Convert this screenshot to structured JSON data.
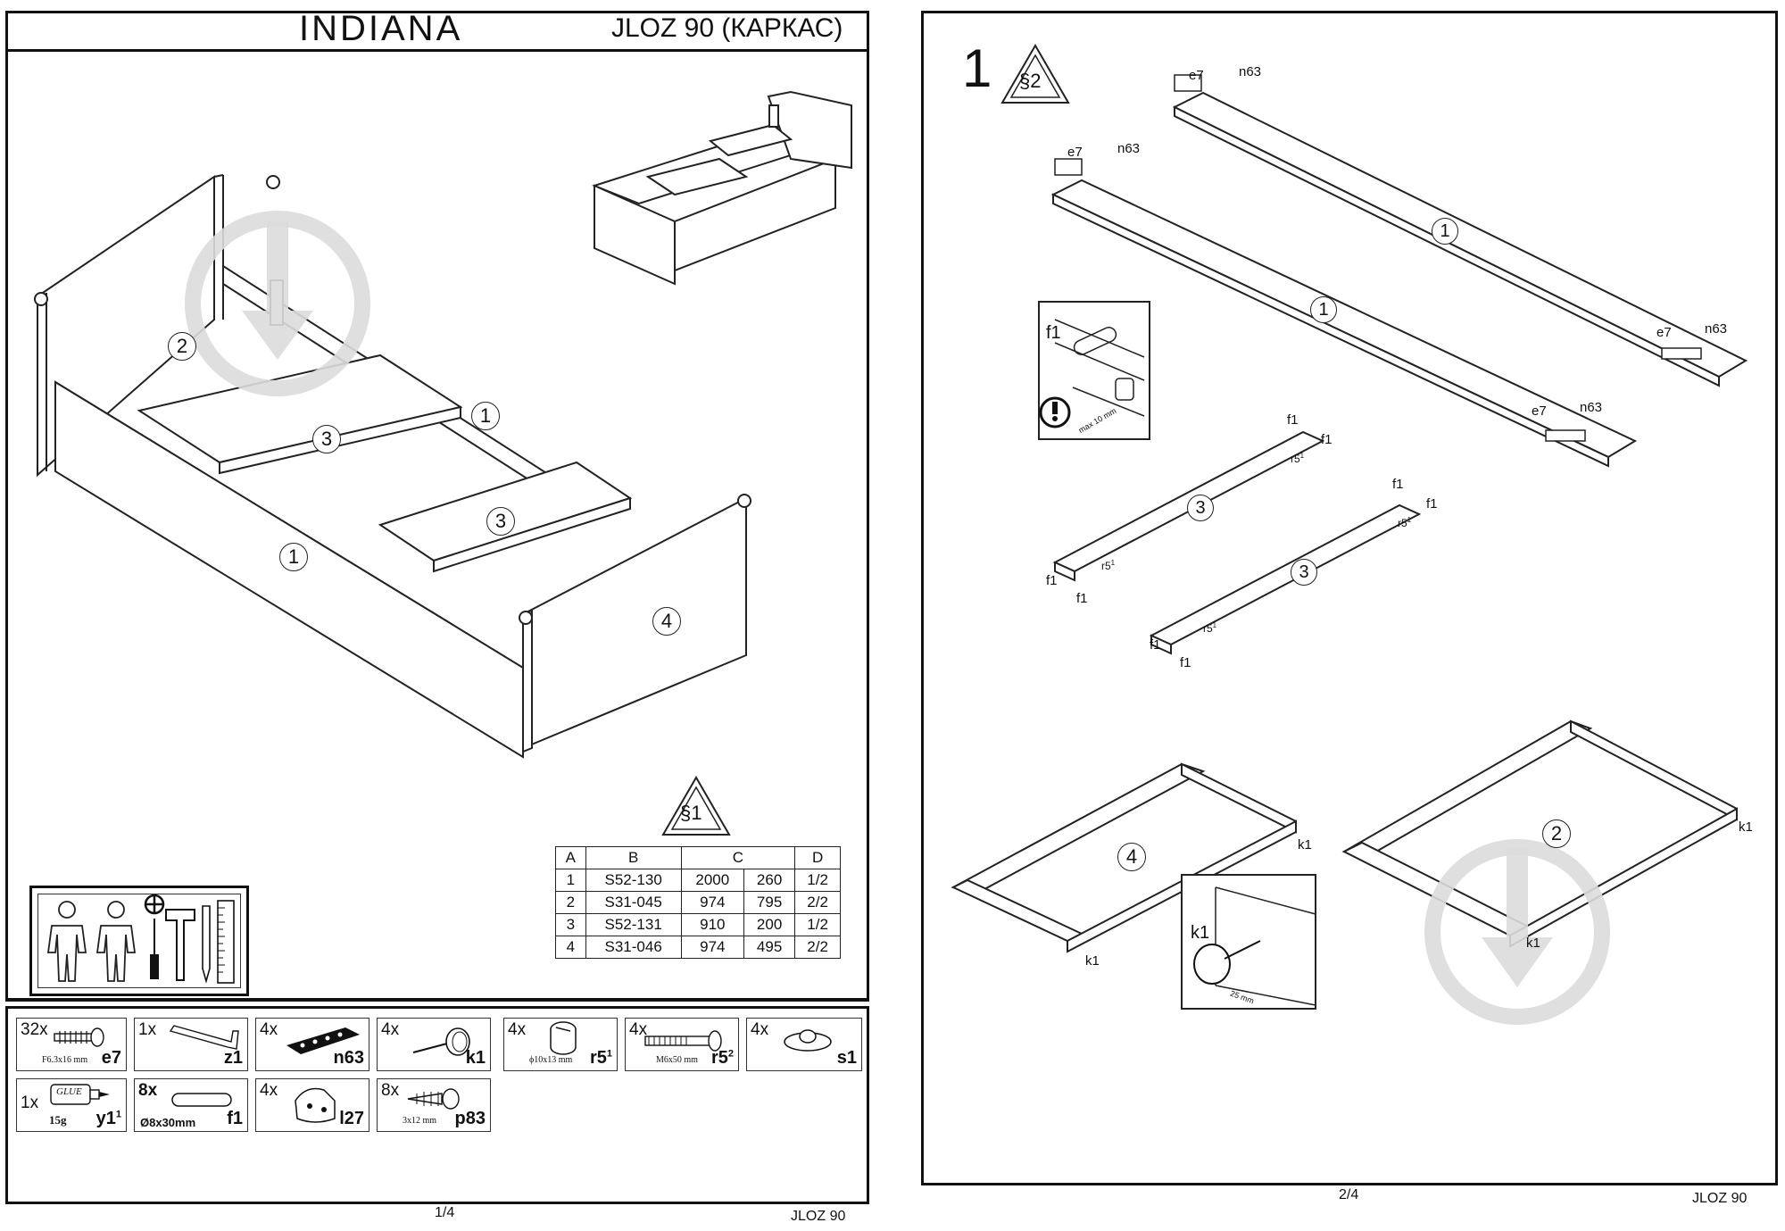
{
  "page1": {
    "title": "INDIANA",
    "model": "JLOZ 90 (КАРКАС)",
    "section_badge": "§1",
    "part_callouts": [
      "2",
      "1",
      "3",
      "3",
      "1",
      "4"
    ],
    "table": {
      "headers": [
        "A",
        "B",
        "C",
        "D"
      ],
      "rows": [
        [
          "1",
          "S52-130",
          "2000",
          "260",
          "1/2"
        ],
        [
          "2",
          "S31-045",
          "974",
          "795",
          "2/2"
        ],
        [
          "3",
          "S52-131",
          "910",
          "200",
          "1/2"
        ],
        [
          "4",
          "S31-046",
          "974",
          "495",
          "2/2"
        ]
      ]
    },
    "hardware": [
      {
        "qty": "32x",
        "code": "e7",
        "spec": "F6.3x16 mm"
      },
      {
        "qty": "1x",
        "code": "z1",
        "spec": ""
      },
      {
        "qty": "4x",
        "code": "n63",
        "spec": ""
      },
      {
        "qty": "4x",
        "code": "k1",
        "spec": ""
      },
      {
        "qty": "4x",
        "code": "r5",
        "sup": "1",
        "spec": "ϕ10x13 mm"
      },
      {
        "qty": "4x",
        "code": "r5",
        "sup": "2",
        "spec": "M6x50 mm"
      },
      {
        "qty": "4x",
        "code": "s1",
        "spec": ""
      },
      {
        "qty": "1x",
        "code": "y1",
        "sup": "1",
        "spec": "15g",
        "glue": "GLUE"
      },
      {
        "qty": "8x",
        "code": "f1",
        "spec": "Ø8x30mm"
      },
      {
        "qty": "4x",
        "code": "l27",
        "spec": ""
      },
      {
        "qty": "8x",
        "code": "p83",
        "spec": "3x12 mm"
      }
    ],
    "page_number": "1/4",
    "footer_model": "JLOZ 90"
  },
  "page2": {
    "step": "1",
    "section_badge": "§2",
    "labels": {
      "e7": "e7",
      "n63": "n63",
      "f1": "f1",
      "r5": "r5",
      "r5_sup": "1",
      "k1": "k1",
      "max": "max 10 mm",
      "depth": "25 mm"
    },
    "part_callouts": [
      "1",
      "1",
      "3",
      "3",
      "4",
      "2"
    ],
    "page_number": "2/4",
    "footer_model": "JLOZ 90"
  }
}
